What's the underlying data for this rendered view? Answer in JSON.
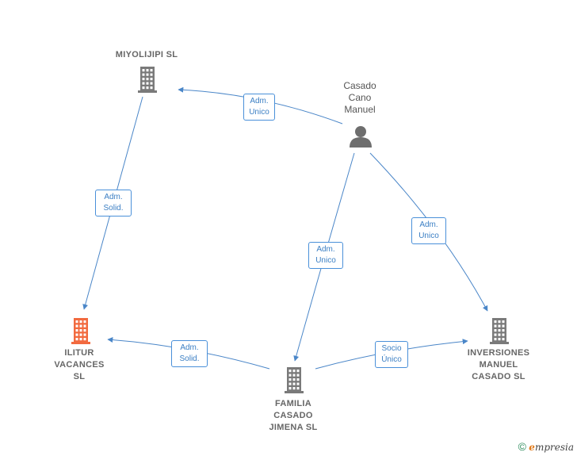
{
  "nodes": {
    "miyolijipi": {
      "label": "MIYOLIJIPI  SL",
      "kind": "company",
      "color": "#7a7a7a"
    },
    "casado": {
      "label": "Casado\nCano\nManuel",
      "kind": "person",
      "color": "#6e6e6e"
    },
    "ilitur": {
      "label": "ILITUR\nVACANCES\nSL",
      "kind": "company",
      "color": "#f26a3f"
    },
    "familia": {
      "label": "FAMILIA\nCASADO\nJIMENA SL",
      "kind": "company",
      "color": "#7a7a7a"
    },
    "inversiones": {
      "label": "INVERSIONES\nMANUEL\nCASADO SL",
      "kind": "company",
      "color": "#7a7a7a"
    }
  },
  "edges": [
    {
      "id": "e1",
      "from": "casado",
      "to": "miyolijipi",
      "label": "Adm.\nUnico"
    },
    {
      "id": "e2",
      "from": "miyolijipi",
      "to": "ilitur",
      "label": "Adm.\nSolid."
    },
    {
      "id": "e3",
      "from": "casado",
      "to": "familia",
      "label": "Adm.\nUnico"
    },
    {
      "id": "e4",
      "from": "casado",
      "to": "inversiones",
      "label": "Adm.\nUnico"
    },
    {
      "id": "e5",
      "from": "familia",
      "to": "ilitur",
      "label": "Adm.\nSolid."
    },
    {
      "id": "e6",
      "from": "familia",
      "to": "inversiones",
      "label": "Socio\nÚnico"
    }
  ],
  "colors": {
    "edge": "#4a86c8"
  },
  "footer": {
    "symbol": "©",
    "brand_initial": "e",
    "brand_rest": "mpresia"
  }
}
